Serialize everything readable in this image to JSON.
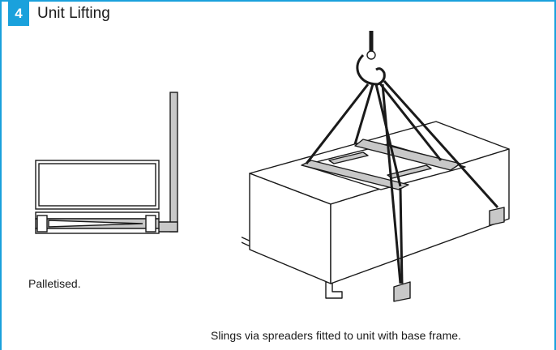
{
  "section": {
    "number": "4",
    "title": "Unit Lifting"
  },
  "captions": {
    "palletised": "Palletised.",
    "slings": "Slings via spreaders fitted to unit with base frame."
  },
  "colors": {
    "accent": "#1aa1dc",
    "line": "#1a1a1a",
    "grey": "#c8c8c8"
  },
  "icons": {
    "unit_palletised": "palletised-unit-illustration",
    "unit_lifting": "crane-sling-lifting-illustration"
  }
}
